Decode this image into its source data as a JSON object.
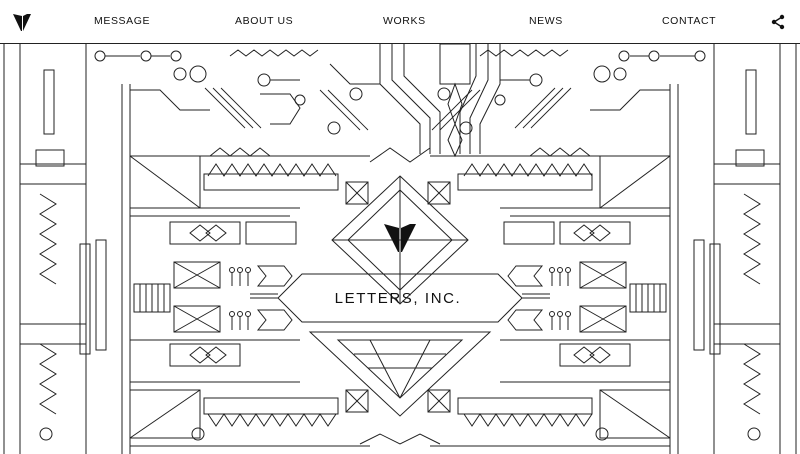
{
  "brand": {
    "logo_icon": "v-monogram-icon",
    "name": "LETTERS, INC."
  },
  "nav": {
    "items": [
      {
        "label": "MESSAGE"
      },
      {
        "label": "ABOUT US"
      },
      {
        "label": "WORKS"
      },
      {
        "label": "NEWS"
      },
      {
        "label": "CONTACT"
      }
    ],
    "share_icon": "share-icon"
  },
  "colors": {
    "line": "#222222",
    "background": "#ffffff"
  }
}
